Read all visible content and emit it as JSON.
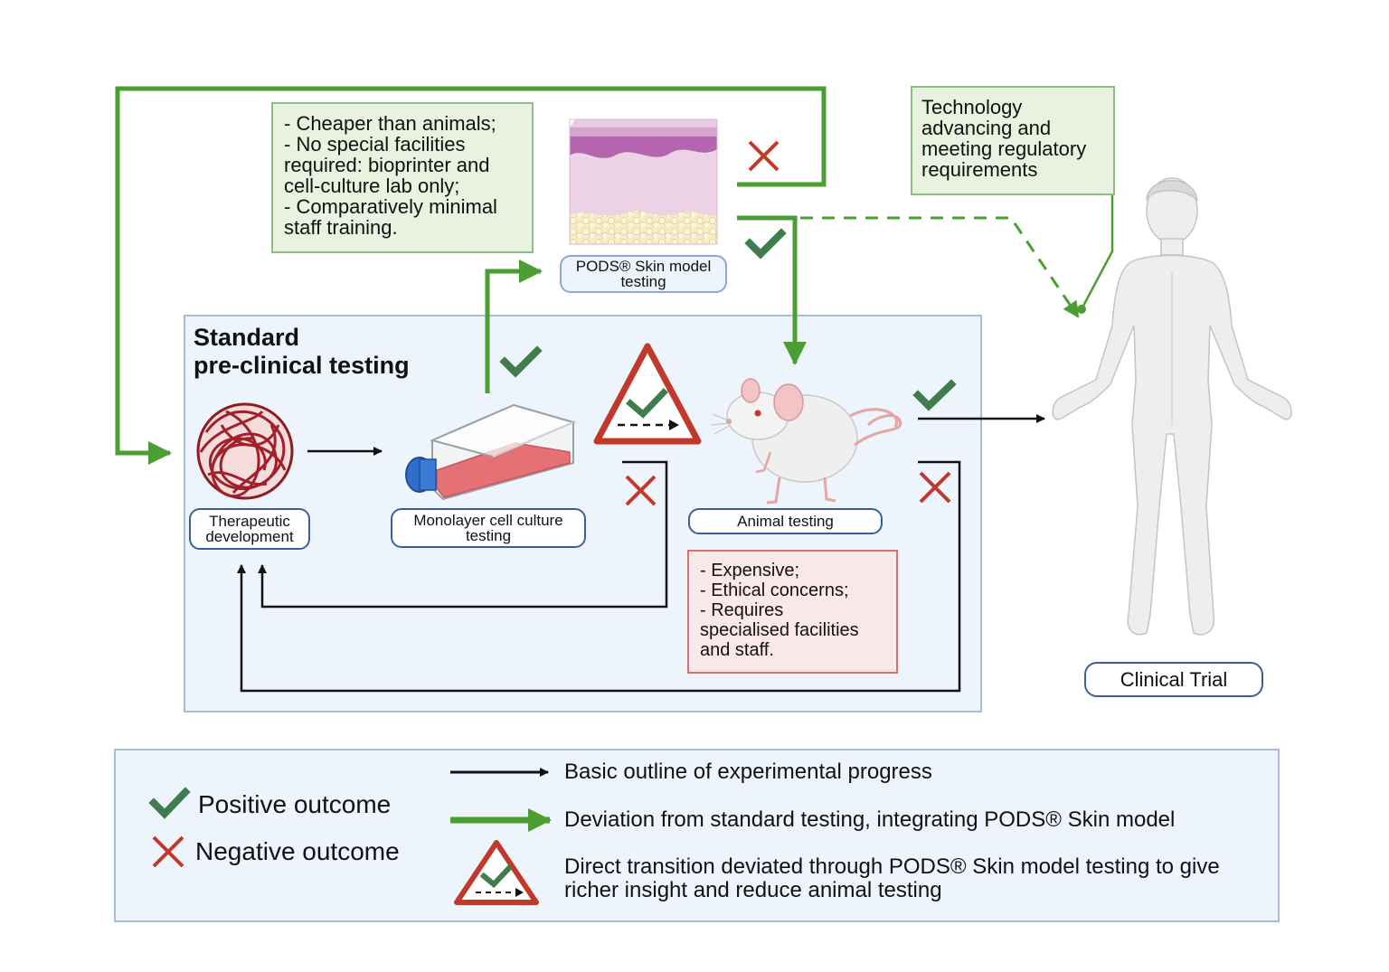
{
  "standard_box": {
    "title_line1": "Standard",
    "title_line2": "pre-clinical testing"
  },
  "nodes": {
    "therapeutic": {
      "line1": "Therapeutic",
      "line2": "development"
    },
    "monolayer": {
      "line1": "Monolayer cell culture",
      "line2": "testing"
    },
    "animal": {
      "label": "Animal testing"
    },
    "pods": {
      "line1": "PODS® Skin model",
      "line2": "testing"
    },
    "clinical": {
      "label": "Clinical Trial"
    }
  },
  "notes": {
    "pods_benefits": [
      "- Cheaper than animals;",
      "- No special facilities",
      "required: bioprinter and",
      "cell-culture lab only;",
      "- Comparatively minimal",
      "staff training."
    ],
    "technology": [
      "Technology",
      "advancing and",
      "meeting regulatory",
      "requirements"
    ],
    "animal_drawbacks": [
      "- Expensive;",
      "- Ethical concerns;",
      "- Requires",
      "specialised facilities",
      "and staff."
    ]
  },
  "legend": {
    "positive": "Positive outcome",
    "negative": "Negative outcome",
    "black_arrow": "Basic outline of experimental progress",
    "green_arrow": "Deviation from standard testing, integrating PODS® Skin model",
    "triangle_line1": "Direct transition deviated through PODS® Skin model testing to give",
    "triangle_line2": "richer insight and reduce animal testing"
  },
  "colors": {
    "green_arrow": "#4a9e32",
    "check": "#3f7d4e",
    "cross": "#c0392b",
    "black_arrow": "#111111",
    "note_green_bg": "#e8f2df",
    "note_red_bg": "#fbe9e9",
    "box_bg": "#eef4fb",
    "pill_border": "#3b5f9c"
  }
}
